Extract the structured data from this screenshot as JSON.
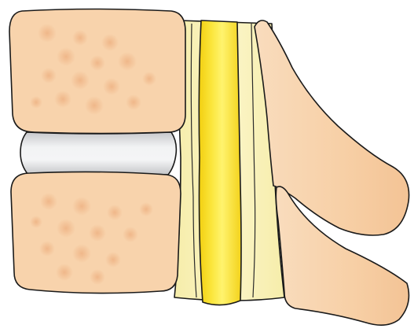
{
  "diagram": {
    "kind": "spinal-segment-lateral-view",
    "colors": {
      "background": "#ffffff",
      "bone_fill": "#f8d3ac",
      "bone_speckle": "#f0b98a",
      "disc_fill": "#d9dadc",
      "disc_highlight": "#f3f4f5",
      "ligament_fill": "#f8f1b0",
      "cord_fill": "#f7dc1e",
      "cord_highlight": "#fff27a",
      "outline": "#1a1a1a"
    },
    "parts": [
      {
        "id": "upper-vertebral-body"
      },
      {
        "id": "intervertebral-disc"
      },
      {
        "id": "lower-vertebral-body"
      },
      {
        "id": "spinal-canal-ligament"
      },
      {
        "id": "spinal-cord"
      },
      {
        "id": "upper-spinous-process"
      },
      {
        "id": "lower-spinous-process"
      }
    ]
  }
}
